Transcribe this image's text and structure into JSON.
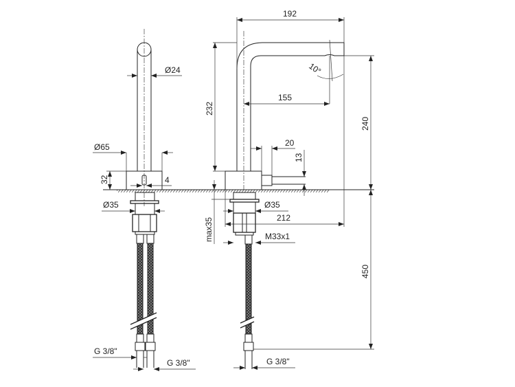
{
  "drawing": {
    "side_view": {
      "spout_diameter": "Ø24",
      "base_diameter": "Ø65",
      "base_height": "32",
      "pin_width": "4",
      "shank_diameter": "Ø35",
      "hose_thread_left": "G 3/8\"",
      "hose_thread_right": "G 3/8\""
    },
    "front_view": {
      "overall_reach": "192",
      "spout_height": "232",
      "outlet_height": "240",
      "spout_reach": "155",
      "swivel_angle": "10°",
      "lever_length": "20",
      "lever_height": "13",
      "max_deck_thickness": "max35",
      "shank_diameter": "Ø35",
      "total_reach": "212",
      "nut_thread": "M33x1",
      "hose_length": "450",
      "hose_thread": "G 3/8\""
    }
  }
}
